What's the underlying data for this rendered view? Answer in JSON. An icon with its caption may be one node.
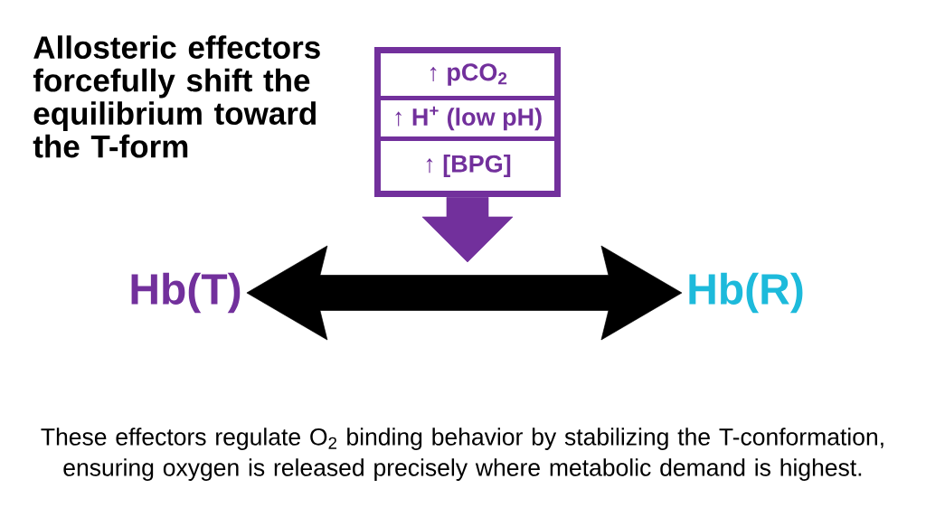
{
  "diagram": {
    "title": "Allosteric effectors forcefully shift the equilibrium toward the T-form",
    "caption": "These effectors regulate O$_{2}$ binding behavior by stabilizing the T-conformation, ensuring oxygen is released precisely where metabolic demand is highest.",
    "nodes": [
      {
        "text": [],
        "shape": "box"
      },
      {
        "text": [
          "↑ pCO$_{2}$"
        ],
        "in": 0
      },
      {
        "text": [
          "↑ H$^{+}$ (low pH)"
        ],
        "in": 0
      },
      {
        "text": [
          "↑ [BPG]"
        ],
        "in": 0
      },
      {
        "text": [
          "Hb(T)"
        ]
      },
      {
        "text": [
          "Hb(R)"
        ]
      }
    ],
    "edges": [
      {
        "from": 0,
        "to": null,
        "arrow": "to",
        "color": "#72309c"
      },
      {
        "from": 4,
        "to": 5,
        "arrow": "both",
        "color": "#000000"
      }
    ]
  }
}
